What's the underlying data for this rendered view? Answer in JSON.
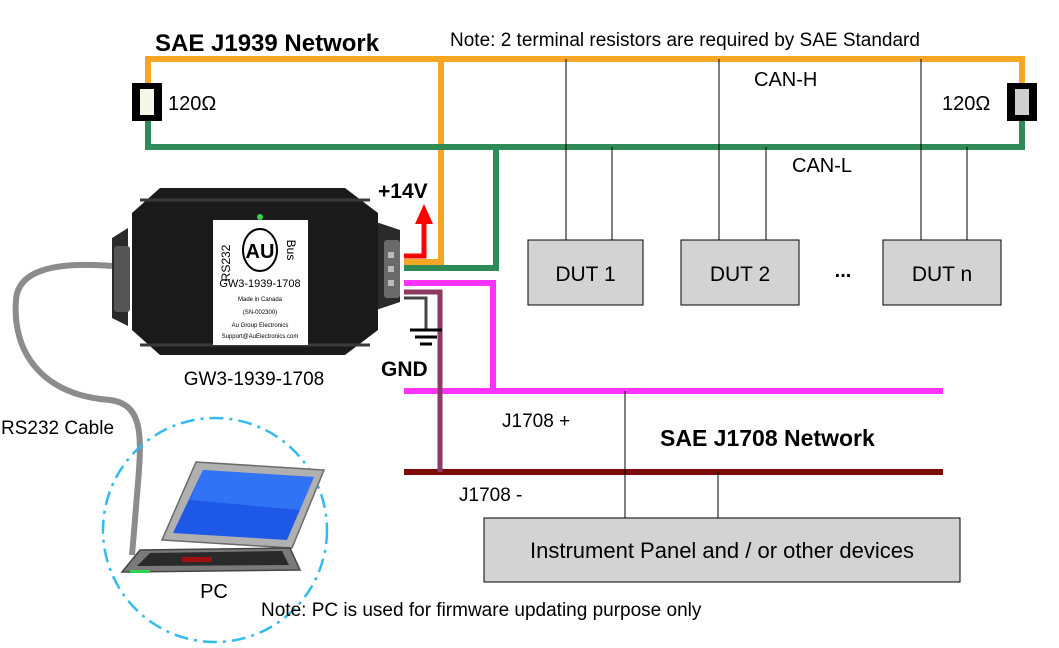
{
  "title_j1939": "SAE J1939 Network",
  "note_resistors": "Note: 2 terminal resistors are required by SAE Standard",
  "resistor_left_label": "120Ω",
  "resistor_right_label": "120Ω",
  "can_h_label": "CAN-H",
  "can_l_label": "CAN-L",
  "power_label": "+14V",
  "ground_label": "GND",
  "devices": [
    "DUT 1",
    "DUT 2",
    "DUT n"
  ],
  "ellipsis": "...",
  "gateway": {
    "caption": "GW3-1939-1708",
    "label_left": "RS232",
    "label_right": "Bus",
    "logo": "AU",
    "model": "GW3-1939-1708",
    "made_in": "Made in Canada",
    "serial": "(SN-002300)",
    "company": "Au Group Electronics",
    "email": "Support@AuElectronics.com"
  },
  "rs232_cable_label": "RS232 Cable",
  "pc_label": "PC",
  "note_pc": "Note: PC is used for firmware updating purpose only",
  "j1708_plus_label": "J1708 +",
  "j1708_minus_label": "J1708 -",
  "title_j1708": "SAE J1708 Network",
  "instrument_panel_label": "Instrument Panel and / or other devices",
  "colors": {
    "can_h": "#f5a623",
    "can_l": "#2e8b57",
    "j1708_plus": "#ff33ff",
    "j1708_minus": "#7b0a0a",
    "power": "#ff0000",
    "device_fill": "#d3d3d3",
    "pc_circle": "#33bbee",
    "cable": "#8c8c8c"
  }
}
